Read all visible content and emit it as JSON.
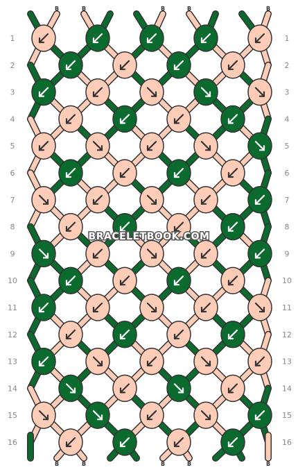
{
  "watermark": "BRACELETBOOK.COM",
  "colors": {
    "A": "#0b6b2e",
    "B": "#ffcdb7",
    "outline": "#333333",
    "arrow_on_A": "#ffffff",
    "arrow_on_B": "#333333"
  },
  "top_strings": [
    "A",
    "B",
    "B",
    "A",
    "A",
    "B",
    "B",
    "A",
    "A",
    "B"
  ],
  "bottom_strings": [
    "A",
    "B",
    "B",
    "A",
    "A",
    "B",
    "B",
    "A",
    "A",
    "B"
  ],
  "rows": [
    {
      "label": "1",
      "knots": [
        [
          "B",
          "L"
        ],
        [
          "A",
          "L"
        ],
        [
          "A",
          "L"
        ],
        [
          "A",
          "L"
        ],
        [
          "B",
          "L"
        ]
      ]
    },
    {
      "label": "2",
      "knots": [
        [
          "A",
          "L"
        ],
        [
          "B",
          "L"
        ],
        [
          "A",
          "L"
        ],
        [
          "B",
          "L"
        ]
      ]
    },
    {
      "label": "3",
      "knots": [
        [
          "A",
          "L"
        ],
        [
          "B",
          "L"
        ],
        [
          "B",
          "R"
        ],
        [
          "A",
          "R"
        ],
        [
          "B",
          "R"
        ]
      ]
    },
    {
      "label": "4",
      "knots": [
        [
          "B",
          "L"
        ],
        [
          "A",
          "L"
        ],
        [
          "B",
          "L"
        ],
        [
          "A",
          "L"
        ]
      ]
    },
    {
      "label": "5",
      "knots": [
        [
          "B",
          "L"
        ],
        [
          "B",
          "R"
        ],
        [
          "B",
          "L"
        ],
        [
          "B",
          "R"
        ],
        [
          "A",
          "R"
        ]
      ]
    },
    {
      "label": "6",
      "knots": [
        [
          "A",
          "L"
        ],
        [
          "B",
          "L"
        ],
        [
          "A",
          "L"
        ],
        [
          "B",
          "L"
        ]
      ]
    },
    {
      "label": "7",
      "knots": [
        [
          "B",
          "R"
        ],
        [
          "B",
          "L"
        ],
        [
          "B",
          "R"
        ],
        [
          "B",
          "L"
        ],
        [
          "A",
          "L"
        ]
      ]
    },
    {
      "label": "8",
      "knots": [
        [
          "B",
          "L"
        ],
        [
          "A",
          "L"
        ],
        [
          "B",
          "L"
        ],
        [
          "A",
          "L"
        ]
      ]
    },
    {
      "label": "9",
      "knots": [
        [
          "A",
          "R"
        ],
        [
          "B",
          "L"
        ],
        [
          "B",
          "R"
        ],
        [
          "B",
          "L"
        ],
        [
          "A",
          "L"
        ]
      ]
    },
    {
      "label": "10",
      "knots": [
        [
          "A",
          "L"
        ],
        [
          "B",
          "L"
        ],
        [
          "A",
          "L"
        ],
        [
          "B",
          "L"
        ]
      ]
    },
    {
      "label": "11",
      "knots": [
        [
          "A",
          "L"
        ],
        [
          "B",
          "L"
        ],
        [
          "B",
          "R"
        ],
        [
          "B",
          "L"
        ],
        [
          "B",
          "R"
        ]
      ]
    },
    {
      "label": "12",
      "knots": [
        [
          "B",
          "L"
        ],
        [
          "A",
          "L"
        ],
        [
          "B",
          "L"
        ],
        [
          "A",
          "L"
        ]
      ]
    },
    {
      "label": "13",
      "knots": [
        [
          "A",
          "L"
        ],
        [
          "B",
          "R"
        ],
        [
          "B",
          "L"
        ],
        [
          "B",
          "R"
        ],
        [
          "B",
          "L"
        ]
      ]
    },
    {
      "label": "14",
      "knots": [
        [
          "A",
          "R"
        ],
        [
          "B",
          "L"
        ],
        [
          "A",
          "R"
        ],
        [
          "B",
          "L"
        ]
      ]
    },
    {
      "label": "15",
      "knots": [
        [
          "B",
          "R"
        ],
        [
          "A",
          "R"
        ],
        [
          "B",
          "L"
        ],
        [
          "B",
          "R"
        ],
        [
          "A",
          "L"
        ]
      ]
    },
    {
      "label": "16",
      "knots": [
        [
          "B",
          "L"
        ],
        [
          "A",
          "L"
        ],
        [
          "B",
          "L"
        ],
        [
          "A",
          "L"
        ]
      ]
    }
  ]
}
